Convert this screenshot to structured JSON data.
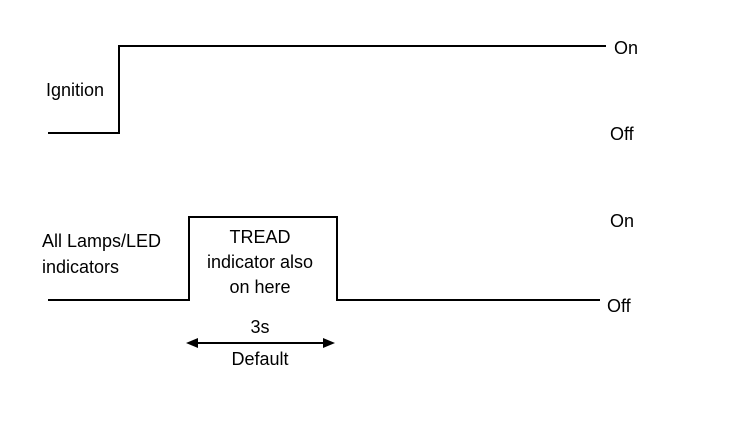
{
  "signals": [
    {
      "name": "Ignition",
      "state_labels": {
        "on": "On",
        "off": "Off"
      }
    },
    {
      "name_lines": [
        "All Lamps/LED",
        "indicators"
      ],
      "pulse_text": [
        "TREAD",
        "indicator also",
        "on here"
      ],
      "state_labels": {
        "on": "On",
        "off": "Off"
      }
    }
  ],
  "timing": {
    "duration": "3s",
    "note": "Default"
  },
  "colors": {
    "line": "#000000",
    "background": "#ffffff"
  }
}
